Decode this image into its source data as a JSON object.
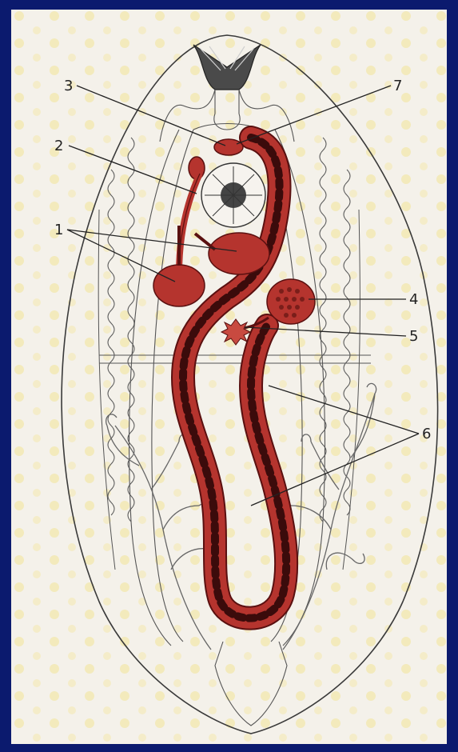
{
  "figure": {
    "description_labels": [
      "1",
      "2",
      "3",
      "4",
      "5",
      "6",
      "7"
    ]
  },
  "labels": {
    "l1": "1",
    "l2": "2",
    "l3": "3",
    "l4": "4",
    "l5": "5",
    "l6": "6",
    "l7": "7"
  },
  "colors": {
    "page_border": "#0b1a6e",
    "background": "#f4f1ea",
    "organ_red": "#b5342e",
    "organ_dark": "#5a1010",
    "egg_dark": "#3b0b0b"
  }
}
